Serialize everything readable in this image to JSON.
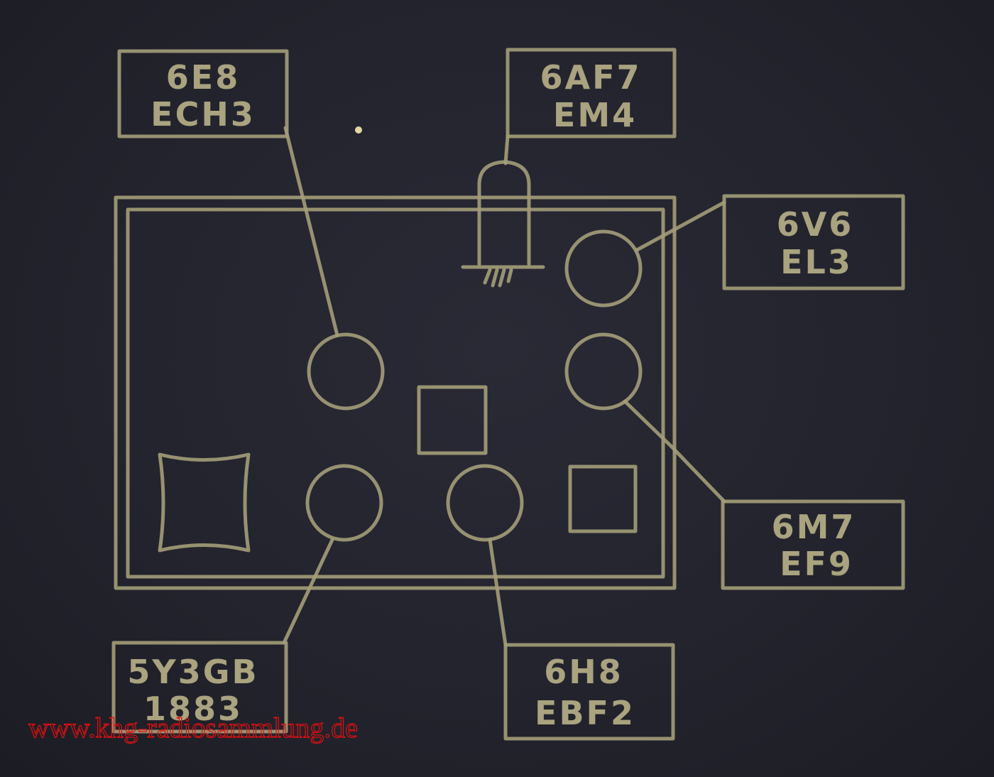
{
  "diagram": {
    "labels": {
      "ech3": {
        "line1": "6E8",
        "line2": "ECH3"
      },
      "em4": {
        "line1": "6AF7",
        "line2": "EM4"
      },
      "el3": {
        "line1": "6V6",
        "line2": "EL3"
      },
      "ef9": {
        "line1": "6M7",
        "line2": "EF9"
      },
      "ebf2": {
        "line1": "6H8",
        "line2": "EBF2"
      },
      "rect": {
        "line1": "5Y3GB",
        "line2": "1883"
      }
    },
    "watermark": "www.khg-radiosammlung.de",
    "colors": {
      "background": "#23232d",
      "ink": "#a39d78",
      "watermark": "#e01010"
    }
  }
}
